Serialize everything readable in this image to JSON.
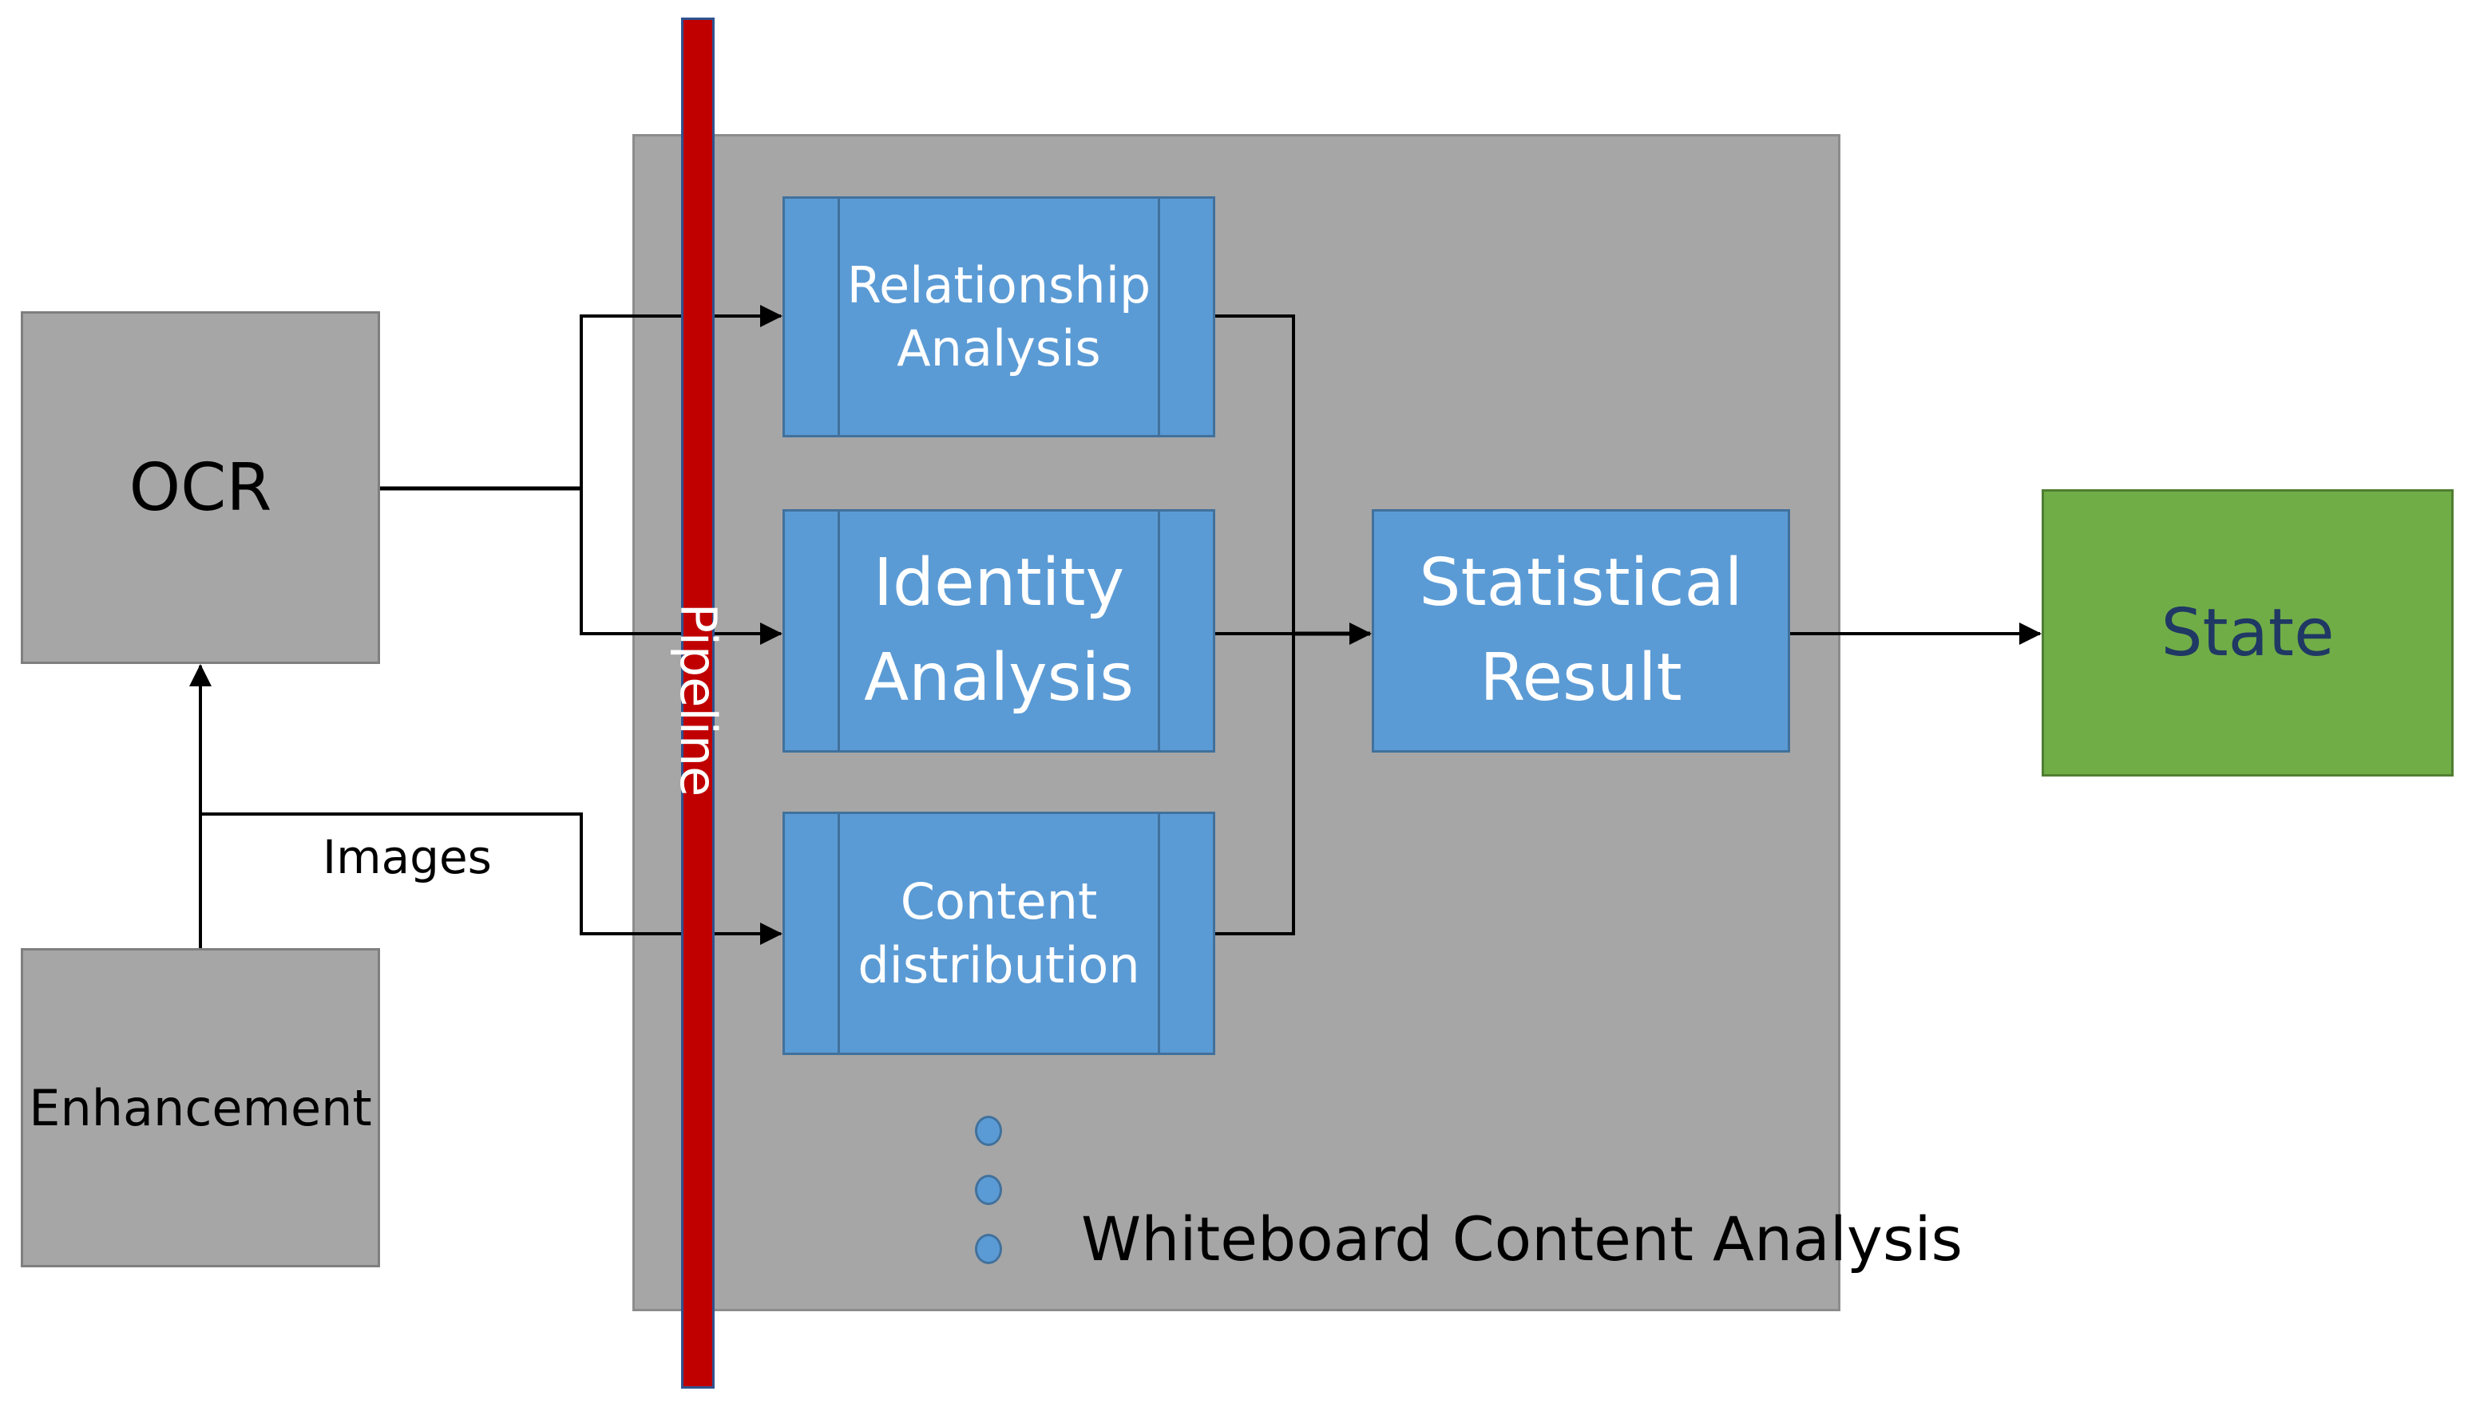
{
  "nodes": {
    "ocr": "OCR",
    "enhancement": "Enhancement",
    "relationship": "Relationship\nAnalysis",
    "identity": "Identity\nAnalysis",
    "content": "Content\ndistribution",
    "statistical": "Statistical\nResult",
    "state": "State"
  },
  "labels": {
    "images": "Images",
    "pipeline": "Pipeline",
    "container": "Whiteboard Content Analysis"
  },
  "colors": {
    "gray_box": "#a6a6a6",
    "process_blue": "#5b9bd5",
    "pipeline_red": "#c00000",
    "state_green": "#70ad47",
    "state_text": "#1f3864"
  }
}
